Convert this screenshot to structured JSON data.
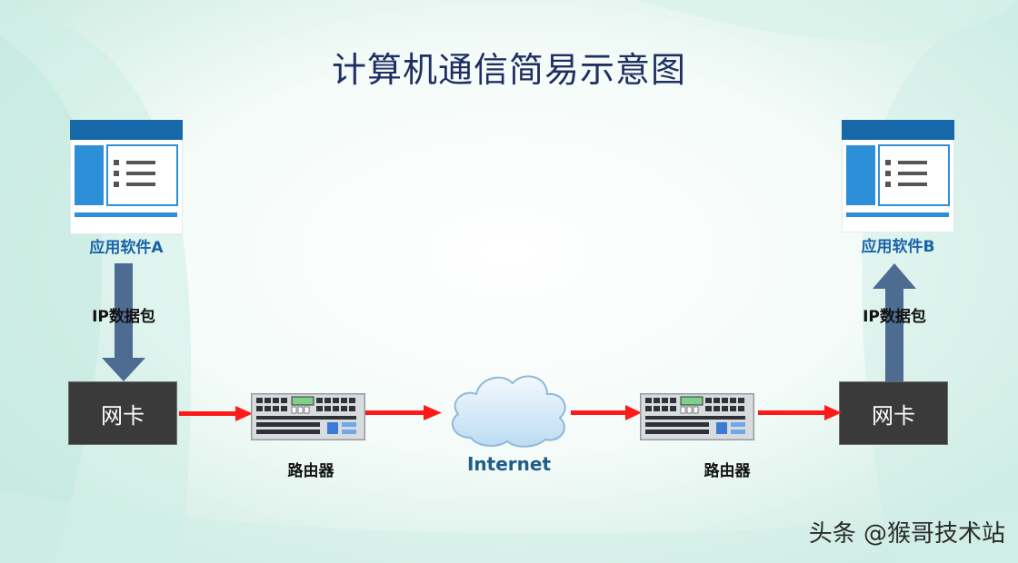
{
  "title": "计算机通信简易示意图",
  "app_a": {
    "label": "应用软件A",
    "icon": "app-window-icon"
  },
  "app_b": {
    "label": "应用软件B",
    "icon": "app-window-icon"
  },
  "packet_left": "IP数据包",
  "packet_right": "IP数据包",
  "nic_left": "网卡",
  "nic_right": "网卡",
  "router_left": {
    "label": "路由器",
    "icon": "router-icon"
  },
  "router_right": {
    "label": "路由器",
    "icon": "router-icon"
  },
  "cloud": {
    "label": "Internet",
    "icon": "cloud-icon"
  },
  "watermark": "头条 @猴哥技术站",
  "colors": {
    "title": "#1f2f63",
    "app_label": "#1a63a8",
    "window_header": "#1668a8",
    "window_panel": "#2d8fd8",
    "nic_fill": "#3a3a3a",
    "down_arrow": "#4e6b91",
    "link_arrow": "#ff1a1a",
    "cloud_fill": "#d6eaf7"
  }
}
